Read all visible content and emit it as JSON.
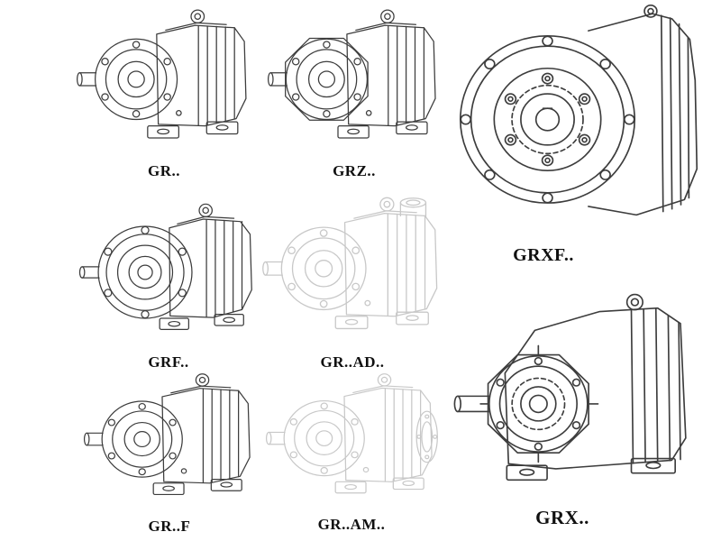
{
  "page": {
    "description": "Catalog sheet of GR series helical gear reducer variants",
    "background": "#ffffff"
  },
  "colors": {
    "line_dark": "#3d3d3d",
    "line_light": "#c8c8c8",
    "label_color": "#101010"
  },
  "figures": [
    {
      "id": "gr",
      "label": "GR..",
      "tone": "dark",
      "drawing": "foot-mounted-gear-unit"
    },
    {
      "id": "grz",
      "label": "GRZ..",
      "tone": "dark",
      "drawing": "foot-mounted-gear-unit-octagonal-housing"
    },
    {
      "id": "grxf",
      "label": "GRXF..",
      "tone": "dark",
      "drawing": "flange-mounted-gear-unit-front-view"
    },
    {
      "id": "grf",
      "label": "GRF..",
      "tone": "dark",
      "drawing": "flange-mounted-gear-unit"
    },
    {
      "id": "grad",
      "label": "GR..AD..",
      "tone": "light",
      "drawing": "gear-unit-with-input-adapter"
    },
    {
      "id": "grff",
      "label": "GR..F",
      "tone": "dark",
      "drawing": "foot-mounted-gear-unit"
    },
    {
      "id": "gram",
      "label": "GR..AM..",
      "tone": "light",
      "drawing": "gear-unit-with-motor-adapter-flange"
    },
    {
      "id": "grx",
      "label": "GRX..",
      "tone": "dark",
      "drawing": "large-foot-mounted-gear-unit"
    }
  ]
}
